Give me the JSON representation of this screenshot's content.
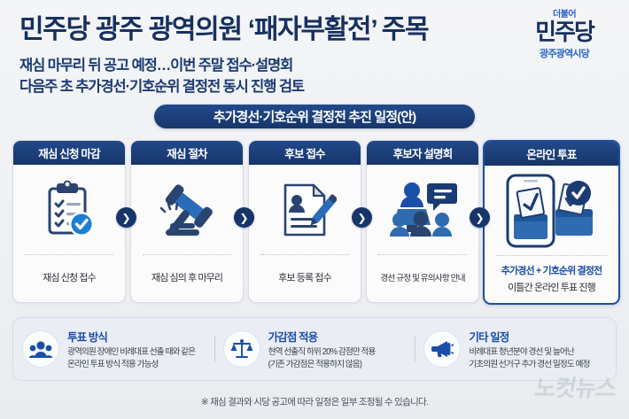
{
  "header": {
    "title": "민주당 광주 광역의원 ‘패자부활전’ 주목",
    "subline1": "재심 마무리 뒤 공고 예정…이번 주말 접수·설명회",
    "subline2": "다음주 초 추가경선·기호순위 결정전 동시 진행 검토",
    "logo_top": "더불어",
    "logo_main": "민주당",
    "logo_sub": "광주광역시당"
  },
  "banner": {
    "label": "추가경선·기호순위 결정전 추진 일정(안)"
  },
  "steps": [
    {
      "title": "재심 신청 마감",
      "icon": "clipboard-check-icon",
      "caption": "재심 신청 접수",
      "caption2": "",
      "highlight": false
    },
    {
      "title": "재심 절차",
      "icon": "gavel-icon",
      "caption": "재심 심의 후 마무리",
      "caption2": "",
      "highlight": false
    },
    {
      "title": "후보 접수",
      "icon": "application-form-icon",
      "caption": "후보 등록 접수",
      "caption2": "",
      "highlight": false
    },
    {
      "title": "후보자 설명회",
      "icon": "presentation-audience-icon",
      "caption": "경선 규정 및 유의사항 안내",
      "caption2": "",
      "highlight": false
    },
    {
      "title": "온라인 투표",
      "icon": "mobile-ballot-icon",
      "caption": "추가경선 + 기호순위 결정전",
      "caption2": "이틀간 온라인 투표 진행",
      "highlight": true
    }
  ],
  "arrow_glyph": "❯",
  "notes": [
    {
      "icon": "people-group-icon",
      "title": "투표 방식",
      "line1": "광역의원 장애인 비례대표 선출 때와 같은",
      "line2": "온라인 투표 방식 적용 가능성"
    },
    {
      "icon": "scales-balance-icon",
      "title": "가감점 적용",
      "line1": "현역 선출직 하위 20% 감점만 적용",
      "line2": "(기존 가감점은 적용하지 않음)"
    },
    {
      "icon": "megaphone-icon",
      "title": "기타 일정",
      "line1": "비례대표 청년분야 경선 및 늘어난",
      "line2": "기초의원 선거구 추가 경선 일정도 예정"
    }
  ],
  "disclaimer": "※ 재심 결과와 시당 공고에 따라 일정은 일부 조정될 수 있습니다.",
  "watermark": "노컷뉴스",
  "colors": {
    "navy": "#17356a",
    "blue": "#1b4ea8",
    "accent": "#2b63c9",
    "page_bg": "#f1f2f4",
    "panel_bg": "#eaeef4"
  }
}
